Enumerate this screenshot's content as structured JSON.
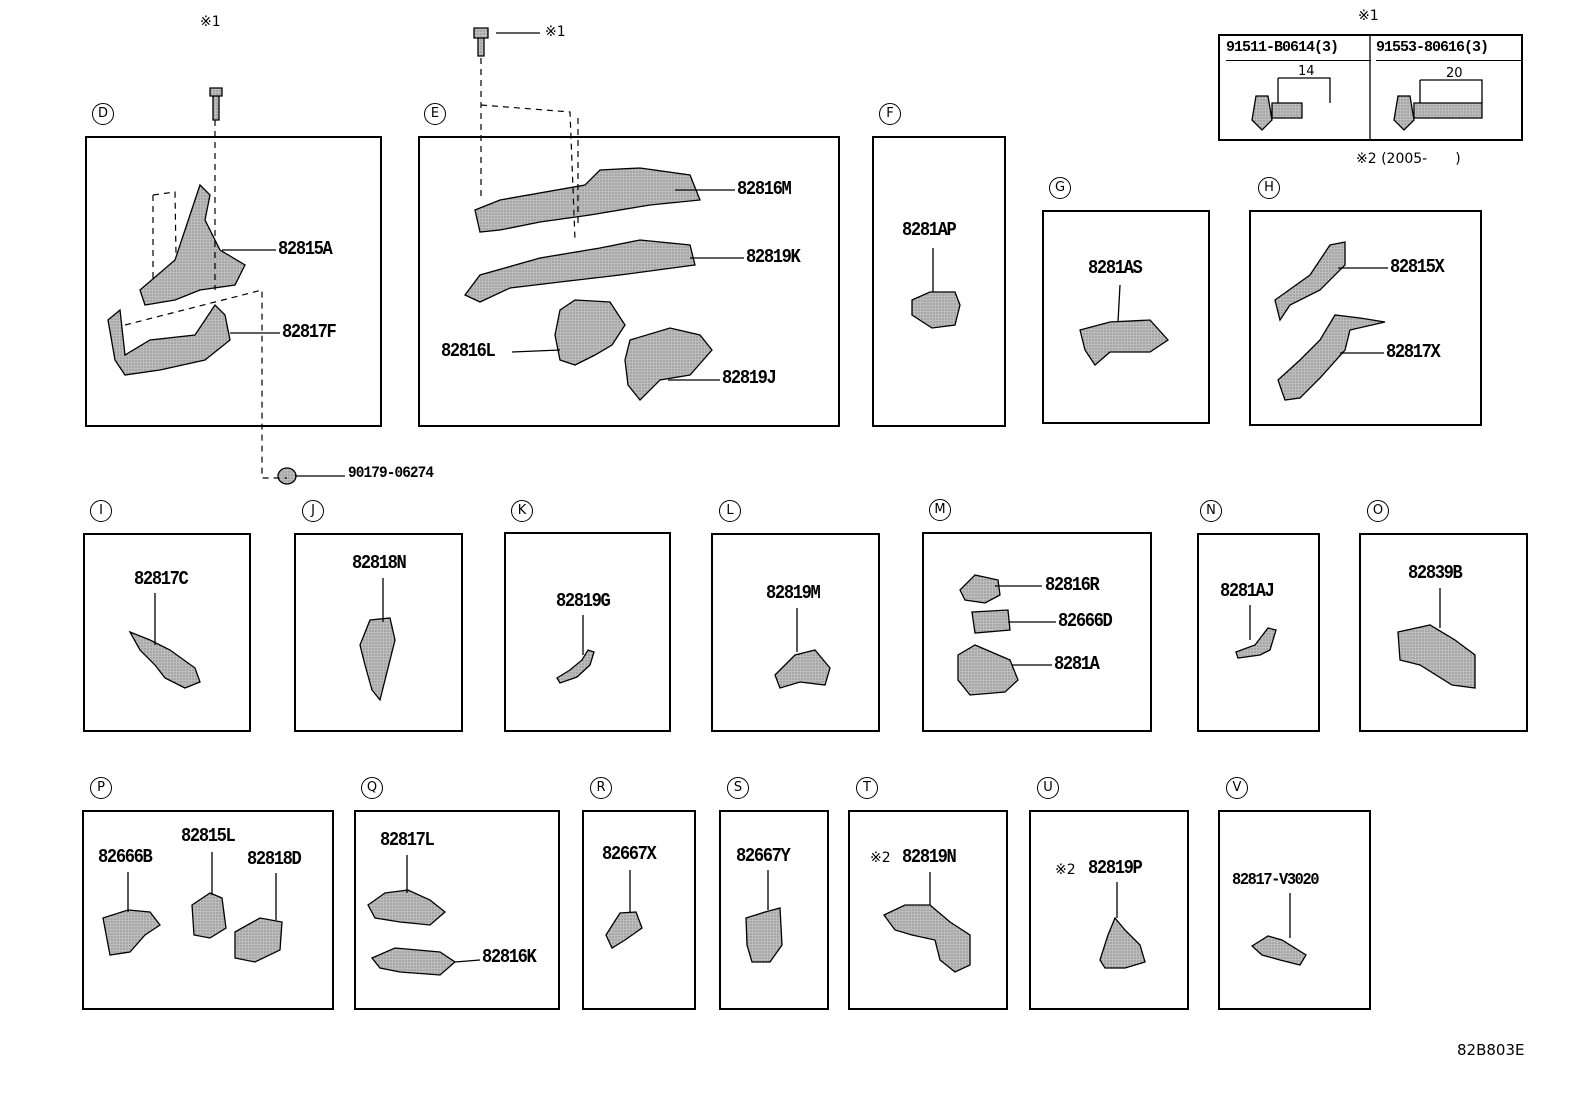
{
  "diagram_code": "82B803E",
  "notes": {
    "star1": "※1",
    "star2_range": "※2 (2005-　　)",
    "star2": "※2"
  },
  "fastener_table": {
    "header_note": "※1",
    "col1": "91511-B0614(3)",
    "col2": "91553-80616(3)",
    "col1_dim": "14",
    "col2_dim": "20"
  },
  "bolt_part": "90179-06274",
  "groups": [
    {
      "letter": "D",
      "parts": [
        "82815A",
        "82817F"
      ]
    },
    {
      "letter": "E",
      "parts": [
        "82816M",
        "82819K",
        "82816L",
        "82819J"
      ]
    },
    {
      "letter": "F",
      "parts": [
        "8281AP"
      ]
    },
    {
      "letter": "G",
      "parts": [
        "8281AS"
      ]
    },
    {
      "letter": "H",
      "parts": [
        "82815X",
        "82817X"
      ]
    },
    {
      "letter": "I",
      "parts": [
        "82817C"
      ]
    },
    {
      "letter": "J",
      "parts": [
        "82818N"
      ]
    },
    {
      "letter": "K",
      "parts": [
        "82819G"
      ]
    },
    {
      "letter": "L",
      "parts": [
        "82819M"
      ]
    },
    {
      "letter": "M",
      "parts": [
        "82816R",
        "82666D",
        "8281A"
      ]
    },
    {
      "letter": "N",
      "parts": [
        "8281AJ"
      ]
    },
    {
      "letter": "O",
      "parts": [
        "82839B"
      ]
    },
    {
      "letter": "P",
      "parts": [
        "82666B",
        "82815L",
        "82818D"
      ]
    },
    {
      "letter": "Q",
      "parts": [
        "82817L",
        "82816K"
      ]
    },
    {
      "letter": "R",
      "parts": [
        "82667X"
      ]
    },
    {
      "letter": "S",
      "parts": [
        "82667Y"
      ]
    },
    {
      "letter": "T",
      "parts": [
        "82819N"
      ]
    },
    {
      "letter": "U",
      "parts": [
        "82819P"
      ]
    },
    {
      "letter": "V",
      "parts": [
        "82817-V3020"
      ]
    }
  ]
}
